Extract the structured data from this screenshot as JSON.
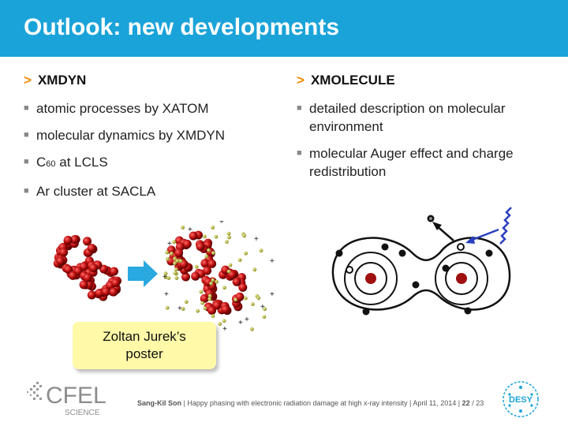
{
  "header": {
    "title": "Outlook: new developments"
  },
  "left": {
    "arrow": ">",
    "heading": "XMDYN",
    "items": [
      "atomic processes by XATOM",
      "molecular dynamics by XMDYN",
      "at LCLS",
      "Ar cluster at SACLA"
    ],
    "c60": {
      "base": "C",
      "sub": "60"
    }
  },
  "right": {
    "arrow": ">",
    "heading": "XMOLECULE",
    "items": [
      "detailed description on molecular environment",
      "molecular Auger effect and charge redistribution"
    ]
  },
  "poster": {
    "line1": "Zoltan Jurek’s",
    "line2": "poster"
  },
  "footer": {
    "author": "Sang-Kil Son",
    "sep1": "|",
    "talk": "Happy phasing with electronic radiation damage at high x-ray intensity",
    "sep2": "|",
    "date": "April 11, 2014",
    "sep3": "|",
    "page": "22",
    "total": "/ 23"
  },
  "logos": {
    "cfel": "CFEL",
    "cfel_sub": "SCIENCE",
    "desy": "DESY"
  },
  "colors": {
    "header": "#1aa3d9",
    "accent": "#f28c00",
    "poster_bg": "#fff9a8",
    "atom_red": "#b01010"
  }
}
